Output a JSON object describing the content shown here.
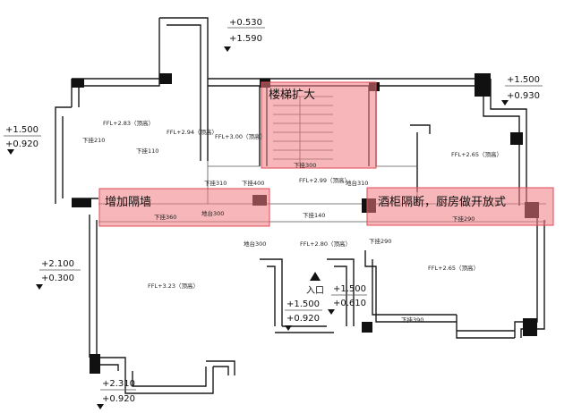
{
  "highlight_color": "#f07a80",
  "annotations": {
    "stair": "楼梯扩大",
    "wall": "增加隔墙",
    "kitchen": "酒柜隔断，厨房做开放式"
  },
  "entrance": "入口",
  "levels": {
    "top_upper": "+0.530",
    "top_lower": "+1.590",
    "right_upper": "+1.500",
    "right_lower": "+0.930",
    "left_upper": "+1.500",
    "left_lower": "+0.920",
    "mid_left_upper": "+2.100",
    "mid_left_lower": "+0.300",
    "entry_left_upper": "+1.500",
    "entry_left_lower": "+0.920",
    "entry_right_upper": "+1.500",
    "entry_right_lower": "+0.610",
    "bottom_upper": "+2.310",
    "bottom_lower": "+0.920"
  },
  "room_labels": {
    "ffl_283": "FFL+2.83（顶高）",
    "ffl_294": "FFL+2.94（顶高）",
    "ffl_300": "FFL+3.00（顶高）",
    "ffl_299": "FFL+2.99（顶高）",
    "ffl_265a": "FFL+2.65（顶高）",
    "ffl_280": "FFL+2.80（顶高）",
    "ffl_265b": "FFL+2.65（顶高）",
    "ffl_323": "FFL+3.23（顶高）",
    "xg210": "下挂210",
    "xg110": "下挂110",
    "xg300": "下挂300",
    "xg310": "下挂310",
    "xg400": "下挂400",
    "dt310": "地台310",
    "xg360": "下挂360",
    "dt300a": "地台300",
    "xg140": "下挂140",
    "xg290a": "下挂290",
    "dt300b": "地台300",
    "xg290b": "下挂290",
    "xg390": "下挂390"
  }
}
